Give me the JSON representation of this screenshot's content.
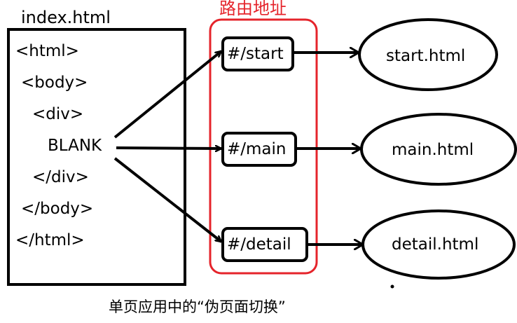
{
  "index_file": {
    "title": "index.html",
    "code_lines": [
      "<html>",
      "<body>",
      "<div>",
      "BLANK",
      "</div>",
      "</body>",
      "</html>"
    ]
  },
  "routes_group": {
    "title": "路由地址",
    "routes": [
      "#/start",
      "#/main",
      "#/detail"
    ]
  },
  "pages": [
    "start.html",
    "main.html",
    "detail.html"
  ],
  "caption": "单页应用中的“伪页面切换”",
  "colors": {
    "route_group_border": "#e5242b",
    "stroke": "#000000"
  }
}
